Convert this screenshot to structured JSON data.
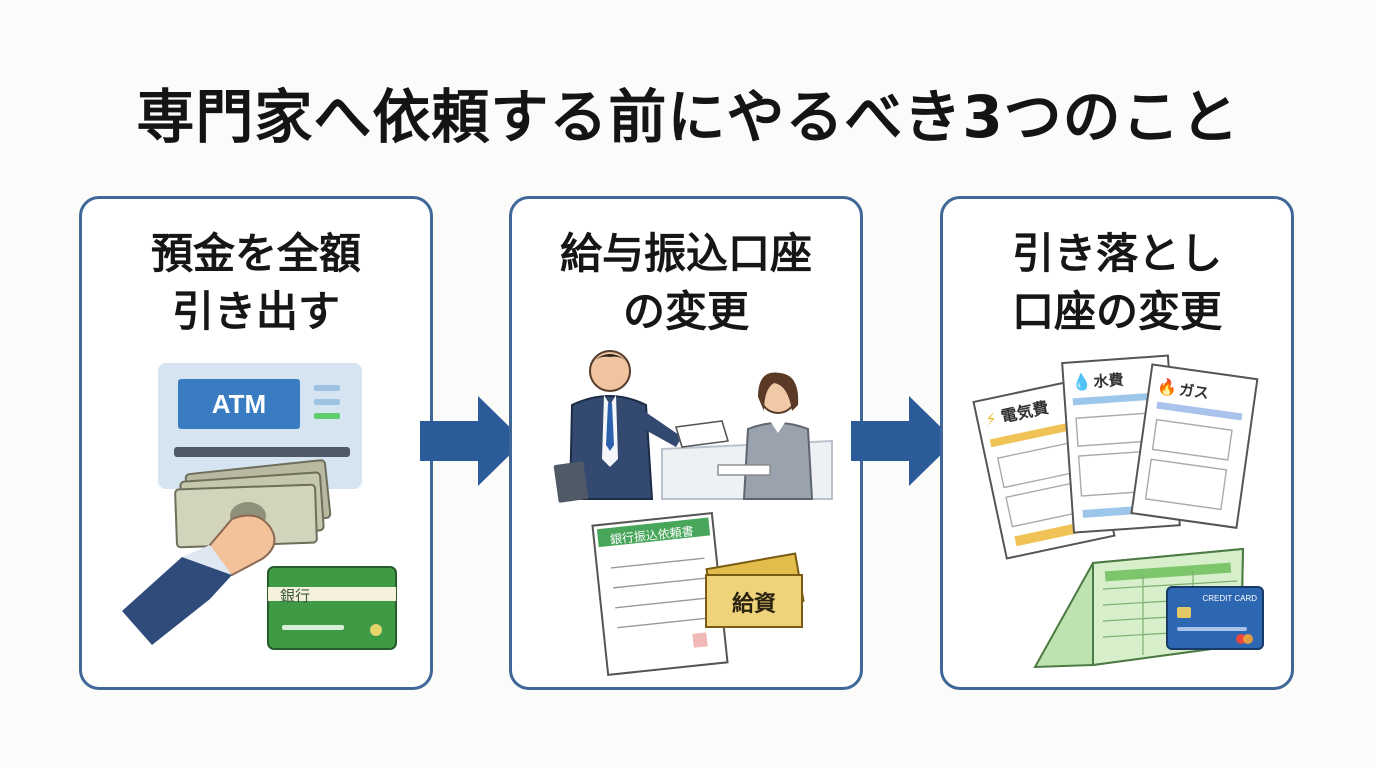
{
  "title": "専門家へ依頼する前にやるべき3つのこと",
  "steps": [
    {
      "title_lines": [
        "預金を全額",
        "引き出す"
      ],
      "atm_label": "ATM",
      "bankbook_label": "銀行"
    },
    {
      "title_lines": [
        "給与振込口座",
        "の変更"
      ],
      "form_title": "銀行振込依頼書",
      "envelope_label": "給資"
    },
    {
      "title_lines": [
        "引き落とし",
        "口座の変更"
      ],
      "bills": [
        "電気費",
        "水費",
        "ガス"
      ],
      "card_label": "CREDIT CARD"
    }
  ],
  "colors": {
    "border": "#3f6797",
    "arrow": "#2c5b9a",
    "title_text": "#141414"
  },
  "icons": [
    "arrow-right-icon",
    "arrow-right-icon"
  ]
}
